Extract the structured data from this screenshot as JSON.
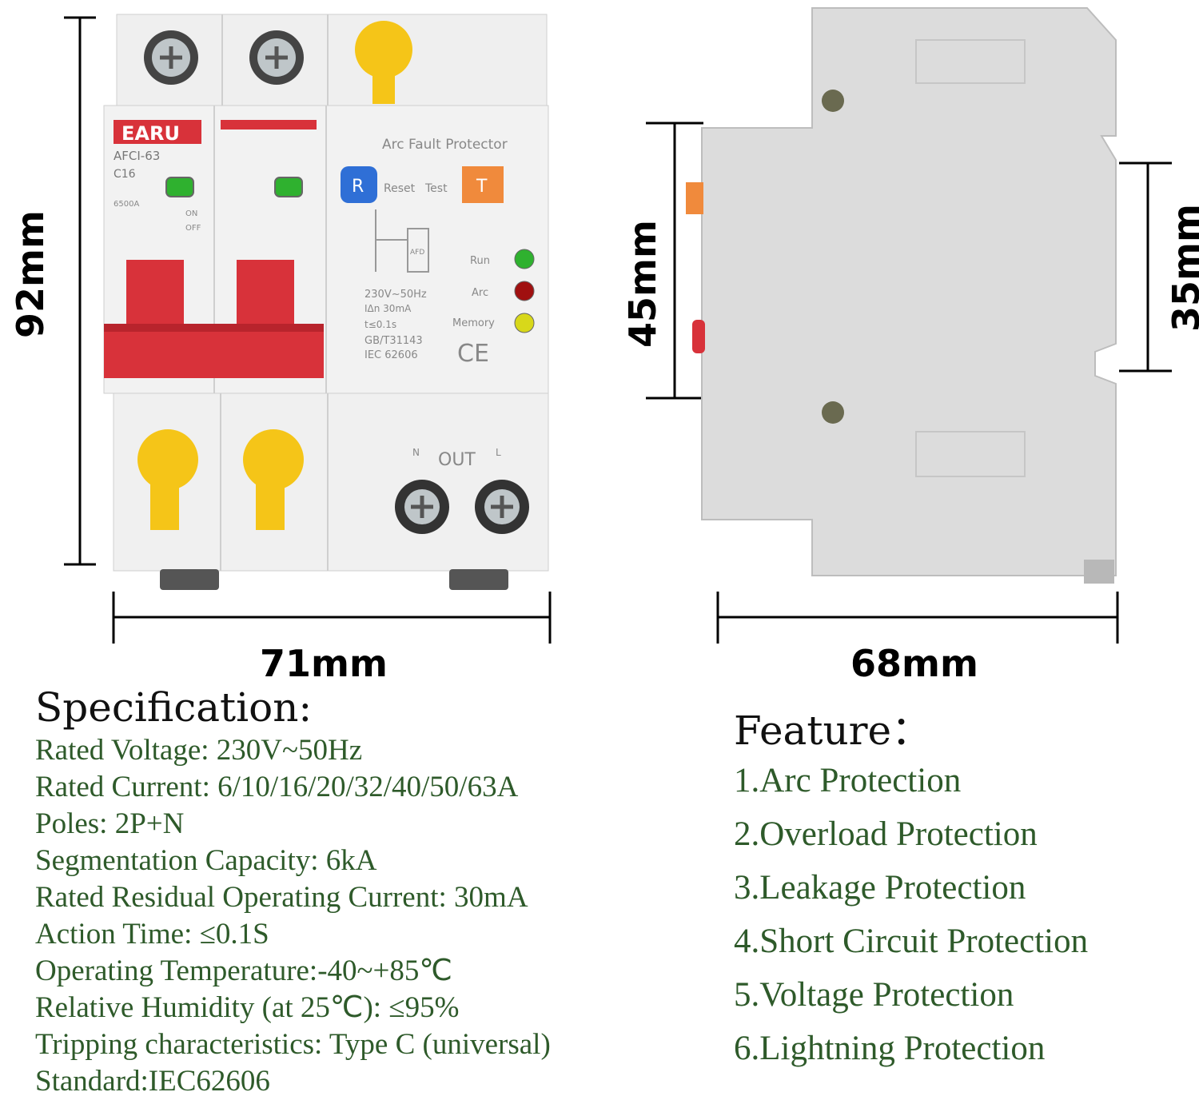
{
  "dimensions": {
    "height_front": "92mm",
    "width_front": "71mm",
    "height_side_inner": "45mm",
    "height_side_rail": "35mm",
    "width_side": "68mm"
  },
  "device": {
    "brand": "EARU",
    "model": "AFCI-63",
    "rating": "C16",
    "capacity": "6500A",
    "on_label": "ON",
    "off_label": "OFF",
    "title": "Arc Fault Protector",
    "reset_button": "R",
    "reset_label": "Reset",
    "test_label": "Test",
    "test_button": "T",
    "afd_label": "AFD",
    "run_label": "Run",
    "arc_label": "Arc",
    "memory_label": "Memory",
    "voltage": "230V~50Hz",
    "residual": "IΔn 30mA",
    "time": "t≤0.1s",
    "standard_gb": "GB/T31143",
    "standard_iec": "IEC  62606",
    "ce_mark": "CE",
    "out_label": "OUT",
    "n_label": "N",
    "l_label": "L"
  },
  "specification": {
    "heading": "Specification:",
    "items": [
      "Rated Voltage: 230V~50Hz",
      "Rated Current: 6/10/16/20/32/40/50/63A",
      "Poles: 2P+N",
      "Segmentation Capacity: 6kA",
      "Rated Residual Operating Current: 30mA",
      "Action Time: ≤0.1S",
      "Operating Temperature:-40~+85℃",
      "Relative Humidity (at 25℃): ≤95%",
      "Tripping characteristics: Type C (universal)",
      "Standard:IEC62606"
    ]
  },
  "feature": {
    "heading": "Feature：",
    "items": [
      "1.Arc Protection",
      "2.Overload Protection",
      "3.Leakage Protection",
      "4.Short Circuit Protection",
      "5.Voltage Protection",
      "6.Lightning Protection"
    ]
  },
  "colors": {
    "handle_red": "#d8323a",
    "terminal_yellow": "#f5c518",
    "body_gray": "#ececec",
    "side_gray": "#dcdcdc",
    "text_green": "#2e5a2a",
    "button_blue": "#2f6fd6",
    "button_orange": "#f08a3c",
    "led_green": "#2fb12f",
    "led_red": "#a01010",
    "led_yellow": "#d8d81a"
  }
}
